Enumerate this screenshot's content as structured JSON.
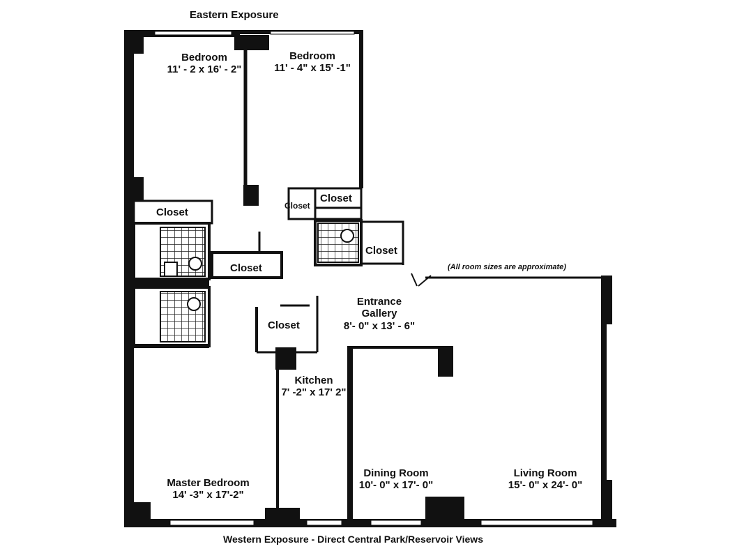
{
  "headings": {
    "top": "Eastern Exposure",
    "bottom": "Western Exposure - Direct Central Park/Reservoir Views",
    "note": "(All room sizes are approximate)"
  },
  "rooms": {
    "bedroom_left": {
      "name": "Bedroom",
      "size": "11' - 2 x 16' - 2\""
    },
    "bedroom_right": {
      "name": "Bedroom",
      "size": "11' - 4\" x 15' -1\""
    },
    "entrance": {
      "name": "Entrance",
      "name2": "Gallery",
      "size": "8'- 0\" x 13' - 6\""
    },
    "kitchen": {
      "name": "Kitchen",
      "size": "7' -2\" x 17' 2\""
    },
    "master": {
      "name": "Master Bedroom",
      "size": "14' -3\" x 17'-2\""
    },
    "dining": {
      "name": "Dining  Room",
      "size": "10'- 0\" x 17'- 0\""
    },
    "living": {
      "name": "Living Room",
      "size": "15'-  0\" x 24'-  0\""
    }
  },
  "closets": {
    "c1": "Closet",
    "c2": "Closet",
    "c3": "Closet",
    "c4": "Closet",
    "c5": "Closet",
    "c6": "Closet"
  },
  "colors": {
    "wall": "#111111",
    "floor": "#ffffff",
    "tile": "#222222"
  }
}
